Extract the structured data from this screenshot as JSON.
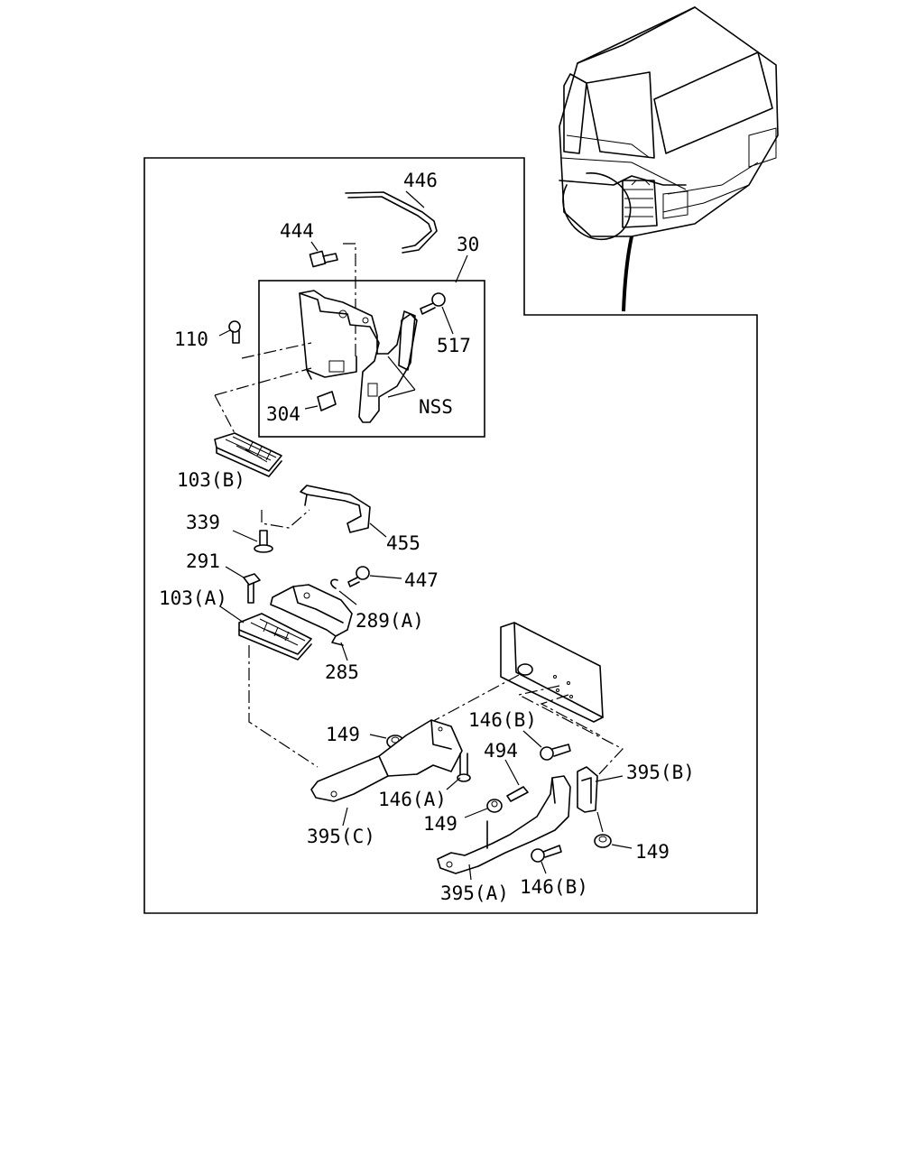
{
  "labels": {
    "l446": "446",
    "l444": "444",
    "l30": "30",
    "l517": "517",
    "l110": "110",
    "l304": "304",
    "lNSS": "NSS",
    "l103B": "103(B)",
    "l339": "339",
    "l455": "455",
    "l291": "291",
    "l447": "447",
    "l103A": "103(A)",
    "l289A": "289(A)",
    "l285": "285",
    "l149a": "149",
    "l146Ba": "146(B)",
    "l494": "494",
    "l395B": "395(B)",
    "l146A": "146(A)",
    "l149b": "149",
    "l395C": "395(C)",
    "l149c": "149",
    "l395A": "395(A)",
    "l146Bb": "146(B)"
  }
}
